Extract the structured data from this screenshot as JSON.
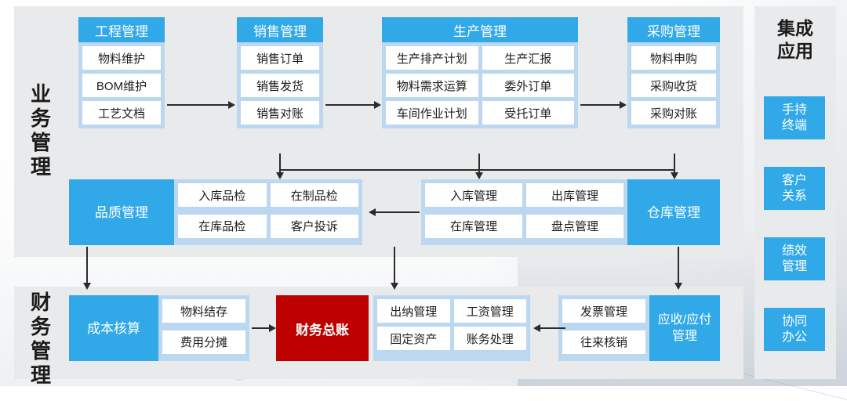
{
  "sections": {
    "business": {
      "label": "业务管理",
      "chars": [
        "业",
        "务",
        "管",
        "理"
      ]
    },
    "finance": {
      "label": "财务管理",
      "chars": [
        "财",
        "务",
        "管",
        "理"
      ]
    }
  },
  "integration": {
    "title": "集成应用",
    "title_lines": [
      "集成",
      "应用"
    ],
    "cards": [
      {
        "name": "手持终端",
        "lines": [
          "手持",
          "终端"
        ]
      },
      {
        "name": "客户关系",
        "lines": [
          "客户",
          "关系"
        ]
      },
      {
        "name": "绩效管理",
        "lines": [
          "绩效",
          "管理"
        ]
      },
      {
        "name": "协同办公",
        "lines": [
          "协同",
          "办公"
        ]
      }
    ]
  },
  "modules": [
    {
      "key": "engineering",
      "title": "工程管理",
      "items": [
        "物料维护",
        "BOM维护",
        "工艺文档"
      ]
    },
    {
      "key": "sales",
      "title": "销售管理",
      "items": [
        "销售订单",
        "销售发货",
        "销售对账"
      ]
    },
    {
      "key": "production",
      "title": "生产管理",
      "items": [
        "生产排产计划",
        "生产汇报",
        "物料需求运算",
        "委外订单",
        "车间作业计划",
        "受托订单"
      ]
    },
    {
      "key": "purchase",
      "title": "采购管理",
      "items": [
        "物料申购",
        "采购收货",
        "采购对账"
      ]
    }
  ],
  "blocks": {
    "quality": {
      "label": "品质管理",
      "items": [
        "入库品检",
        "在制品检",
        "在库品检",
        "客户投诉"
      ]
    },
    "warehouse": {
      "label": "仓库管理",
      "items": [
        "入库管理",
        "出库管理",
        "在库管理",
        "盘点管理"
      ]
    },
    "cost": {
      "label": "成本核算",
      "items": [
        "物料结存",
        "费用分摊"
      ]
    },
    "ledger": {
      "label": "财务总账"
    },
    "treasury": {
      "items": [
        "出纳管理",
        "工资管理",
        "固定资产",
        "账务处理"
      ]
    },
    "ar_ap": {
      "label": "应收/应付管理",
      "label_lines": [
        "应收/应付",
        "管理"
      ],
      "items": [
        "发票管理",
        "往来核销"
      ]
    }
  },
  "colors": {
    "accent_blue": "#31a8e8",
    "panel_gray": "#e9eaec",
    "card_light_blue": "#bcd8f0",
    "ledger_red": "#be0000",
    "item_white": "#ffffff",
    "connector": "#2b2b2b"
  }
}
